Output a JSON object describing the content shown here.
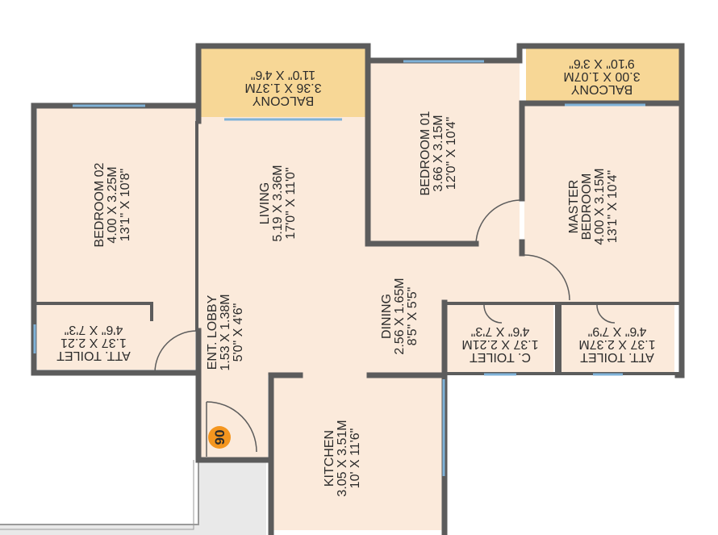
{
  "colors": {
    "room": "#fbeadb",
    "balcony": "#f7d796",
    "wall": "#5c5c5c",
    "window": "#7fb2d8",
    "unit_badge": "#f4961f",
    "corridor": "#e9e9e9"
  },
  "unit": {
    "number": "06"
  },
  "rooms": {
    "bedroom02": {
      "name": "BEDROOM 02",
      "size_m": "4.00 X 3.25M",
      "size_ft": "13'1\" X 10'8\""
    },
    "living": {
      "name": "LIVING",
      "size_m": "5.19 X 3.36M",
      "size_ft": "17'0\" X 11'0\""
    },
    "balcony1": {
      "name": "BALCONY",
      "size_m": "3.36 X 1.37M",
      "size_ft": "11'0\" X 4'6\""
    },
    "bedroom01": {
      "name": "BEDROOM 01",
      "size_m": "3.66 X 3.15M",
      "size_ft": "12'0\" X 10'4\""
    },
    "balcony2": {
      "name": "BALCONY",
      "size_m": "3.00 X 1.07M",
      "size_ft": "9'10\" X 3'6\""
    },
    "master": {
      "name1": "MASTER",
      "name2": "BEDROOM",
      "size_m": "4.00 X 3.15M",
      "size_ft": "13'1\" X 10'4\""
    },
    "dining": {
      "name": "DINING",
      "size_m": "2.56 X 1.65M",
      "size_ft": "8'5\" X 5'5\""
    },
    "entlobby": {
      "name": "ENT. LOBBY",
      "size_m": "1.53 X 1.38M",
      "size_ft": "5'0\" X 4'6\""
    },
    "atttoilet1": {
      "name": "ATT. TOILET",
      "size_m": "1.37 X 2.21",
      "size_ft": "4'6\" X 7'3\""
    },
    "ctoilet": {
      "name": "C. TOILET",
      "size_m": "1.37 X 2.21M",
      "size_ft": "4'6\" X 7'3\""
    },
    "atttoilet2": {
      "name": "ATT. TOILET",
      "size_m": "1.37 X 2.37M",
      "size_ft": "4'6\" X 7'9\""
    },
    "kitchen": {
      "name": "KITCHEN",
      "size_m": "3.05 X 3.51M",
      "size_ft": "10' X 11'6\""
    }
  }
}
